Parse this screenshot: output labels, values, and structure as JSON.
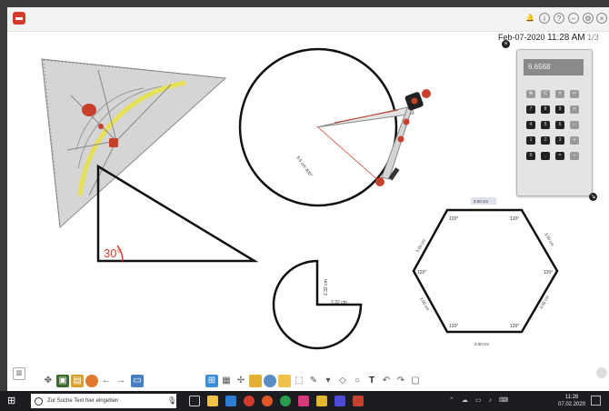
{
  "header": {
    "date": "Feb-07-2020",
    "time": "11:28 AM",
    "page": "1/3"
  },
  "calculator": {
    "display": "6.6568",
    "keys": [
      "%",
      "C",
      "±",
      "↵",
      "7",
      "8",
      "9",
      "×",
      "4",
      "5",
      "6",
      "−",
      "1",
      "2",
      "3",
      "+",
      "0",
      ".",
      "=",
      "÷"
    ]
  },
  "canvas": {
    "angle_label": "30°",
    "radius_label": "8.5 cm 300°",
    "pie_labels": {
      "vertical": "2.32 cm",
      "horizontal": "2.32 cm"
    },
    "hexagon": {
      "top_side": "3.00 cm",
      "bottom_side": "3.00 cm",
      "left_upper_side": "3.00 cm",
      "left_lower_side": "3.00 cm",
      "right_upper_side": "3.00 cm",
      "right_lower_side": "3.00 cm",
      "angles": [
        "120°",
        "120°",
        "120°",
        "120°",
        "120°",
        "120°"
      ]
    }
  },
  "taskbar": {
    "search_placeholder": "Zur Suche Text hier eingeben",
    "clock_time": "11:28",
    "clock_date": "07.02.2020"
  },
  "colors": {
    "accent": "#d63a2a",
    "taskbar": "#1b1d23",
    "protractor_yellow": "#e8e04a"
  }
}
